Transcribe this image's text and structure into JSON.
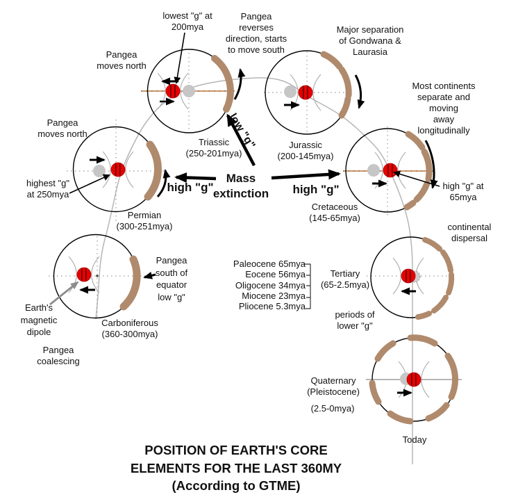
{
  "title": "POSITION OF EARTH'S CORE\nELEMENTS FOR THE LAST 360MY\n(According to GTME)",
  "colors": {
    "core_red": "#e80000",
    "core_gray": "#c6c6c6",
    "continent_brown": "#b08a6c",
    "equator_orange": "#c07530",
    "arc_gray": "#b5b5b5"
  },
  "periods": {
    "triassic": "Triassic\n(250-201mya)",
    "jurassic": "Jurassic\n(200-145mya)",
    "permian": "Permian\n(300-251mya)",
    "cretaceous": "Cretaceous\n(145-65mya)",
    "carboniferous": "Carboniferous\n(360-300mya)",
    "tertiary": "Tertiary\n(65-2.5mya)",
    "quaternary": "Quaternary\n(Pleistocene)",
    "quaternary_range": "(2.5-0mya)",
    "today": "Today"
  },
  "epochs": [
    "Paleocene 65mya",
    "Eocene 56mya",
    "Oligocene 34mya",
    "Miocene 23mya",
    "Pliocene 5.3mya"
  ],
  "annotations": {
    "lowest_g": "lowest \"g\" at\n200mya",
    "pangea_reverses": "Pangea\nreverses\ndirection, starts\nto move south",
    "pangea_moves_north_top": "Pangea\nmoves north",
    "major_separation": "Major separation\nof Gondwana &\nLaurasia",
    "most_continents": "Most continents\nseparate and moving\naway longitudinally",
    "low_g": "low \"g\"",
    "pangea_moves_north_left": "Pangea\nmoves north",
    "highest_g": "highest \"g\"\nat 250mya",
    "high_g_left": "high \"g\"",
    "mass_extinction": "Mass\nextinction",
    "high_g_right": "high \"g\"",
    "high_g_at_65": "high \"g\" at\n65mya",
    "continental_dispersal": "continental\ndispersal",
    "pangea_south": "Pangea\nsouth of\nequator\nlow \"g\"",
    "earths_dipole": "Earth's\nmagnetic\ndipole",
    "periods_lower_g": "periods of\nlower \"g\"",
    "pangea_coalescing": "Pangea\ncoalescing"
  }
}
